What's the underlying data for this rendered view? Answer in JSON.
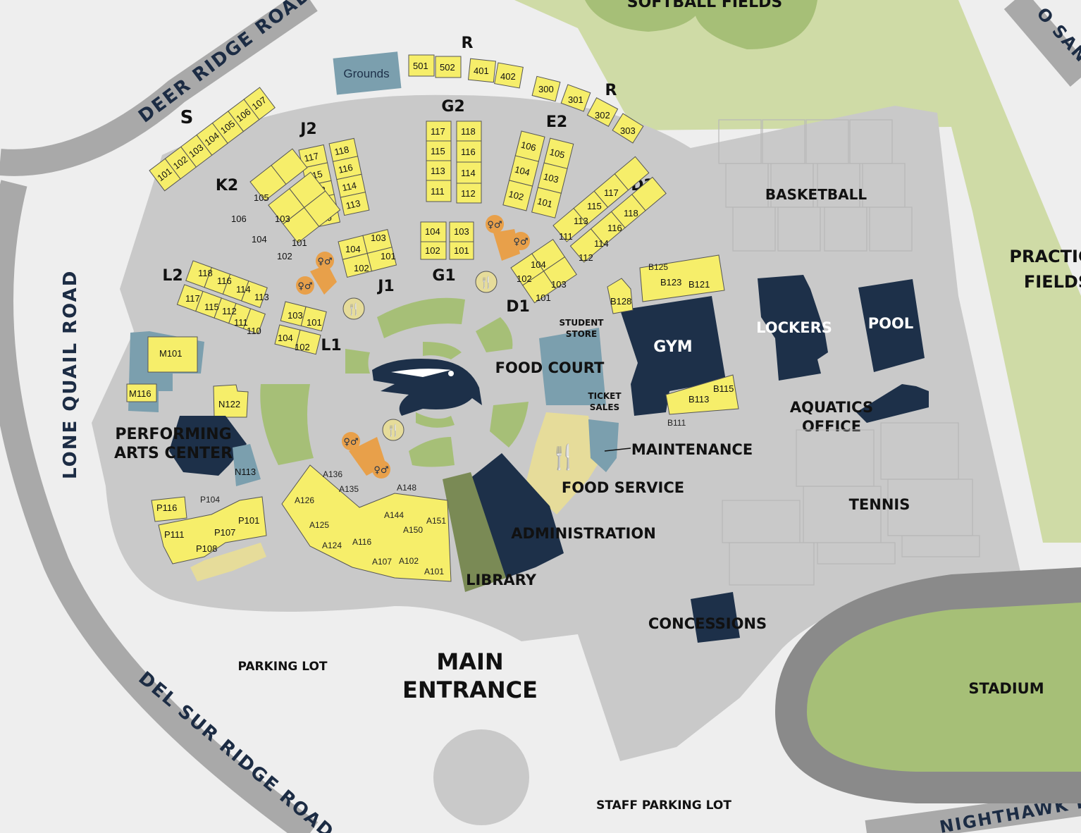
{
  "colors": {
    "background": "#eeeeee",
    "road": "#a9a9a9",
    "campus": "#c9c9c9",
    "field": "#cfdba6",
    "lawn": "#a6bf77",
    "building": "#1d3049",
    "room": "#f6ee6a",
    "restroom": "#e8a04a",
    "library": "#7a8a55",
    "food": "#e6dc9a",
    "track": "#8a8a8a",
    "steel": "#7b9fae"
  },
  "roads": {
    "deer_ridge": "DEER RIDGE ROAD",
    "lone_quail": "LONE QUAIL ROAD",
    "del_sur": "DEL SUR RIDGE ROAD",
    "san": "O SAN BE",
    "nighthawk": "NIGHTHAWK LA"
  },
  "areas": {
    "softball": "SOFTBALL FIELDS",
    "practice_1": "PRACTIC",
    "practice_2": "FIELDS",
    "basketball": "BASKETBALL",
    "lockers": "LOCKERS",
    "pool": "POOL",
    "gym": "GYM",
    "aquatics_1": "AQUATICS",
    "aquatics_2": "OFFICE",
    "tennis": "TENNIS",
    "food_court": "FOOD COURT",
    "student_store_1": "STUDENT",
    "student_store_2": "STORE",
    "ticket_1": "TICKET",
    "ticket_2": "SALES",
    "maintenance": "MAINTENANCE",
    "food_service": "FOOD SERVICE",
    "administration": "ADMINISTRATION",
    "library": "LIBRARY",
    "concessions": "CONCESSIONS",
    "stadium": "STADIUM",
    "main_entrance_1": "MAIN",
    "main_entrance_2": "ENTRANCE",
    "parking": "PARKING LOT",
    "staff_parking": "STAFF PARKING LOT",
    "pac_1": "PERFORMING",
    "pac_2": "ARTS CENTER",
    "grounds": "Grounds"
  },
  "wings": {
    "S": "S",
    "R1": "R",
    "R2": "R",
    "G2": "G2",
    "E2": "E2",
    "J2": "J2",
    "K2": "K2",
    "D2": "D2",
    "L2": "L2",
    "J1": "J1",
    "G1": "G1",
    "D1": "D1",
    "L1": "L1"
  },
  "rooms": {
    "S": [
      "101",
      "102",
      "103",
      "104",
      "105",
      "106",
      "107"
    ],
    "R_top": [
      "501",
      "502",
      "401",
      "402"
    ],
    "R_right": [
      "300",
      "301",
      "302",
      "303"
    ],
    "J2": [
      "117",
      "118",
      "115",
      "116",
      "112",
      "114",
      "111",
      "113",
      "110"
    ],
    "G2": [
      "117",
      "118",
      "115",
      "116",
      "113",
      "114",
      "111",
      "112"
    ],
    "E2": [
      "106",
      "105",
      "104",
      "103",
      "102",
      "101"
    ],
    "K2": [
      "105",
      "106",
      "103",
      "104",
      "101",
      "102"
    ],
    "D2": [
      "117",
      "115",
      "118",
      "113",
      "116",
      "111",
      "114",
      "112"
    ],
    "L2": [
      "118",
      "116",
      "114",
      "113",
      "117",
      "115",
      "112",
      "111",
      "110"
    ],
    "J1": [
      "103",
      "104",
      "101",
      "102"
    ],
    "G1": [
      "104",
      "103",
      "102",
      "101"
    ],
    "D1": [
      "104",
      "102",
      "103",
      "101"
    ],
    "L1": [
      "103",
      "101",
      "104",
      "102"
    ],
    "B": [
      "B125",
      "B123",
      "B121",
      "B128",
      "B115",
      "B113",
      "B111"
    ],
    "M": [
      "M101",
      "M116"
    ],
    "N": [
      "N122",
      "N113"
    ],
    "P": [
      "P116",
      "P104",
      "P101",
      "P111",
      "P107",
      "P108"
    ],
    "A": [
      "A136",
      "A135",
      "A126",
      "A148",
      "A125",
      "A144",
      "A151",
      "A150",
      "A124",
      "A116",
      "A107",
      "A102",
      "A101"
    ]
  },
  "icons": {
    "restroom": "restroom-icon",
    "dining": "fork-knife-icon",
    "logo": "hawk-logo"
  }
}
